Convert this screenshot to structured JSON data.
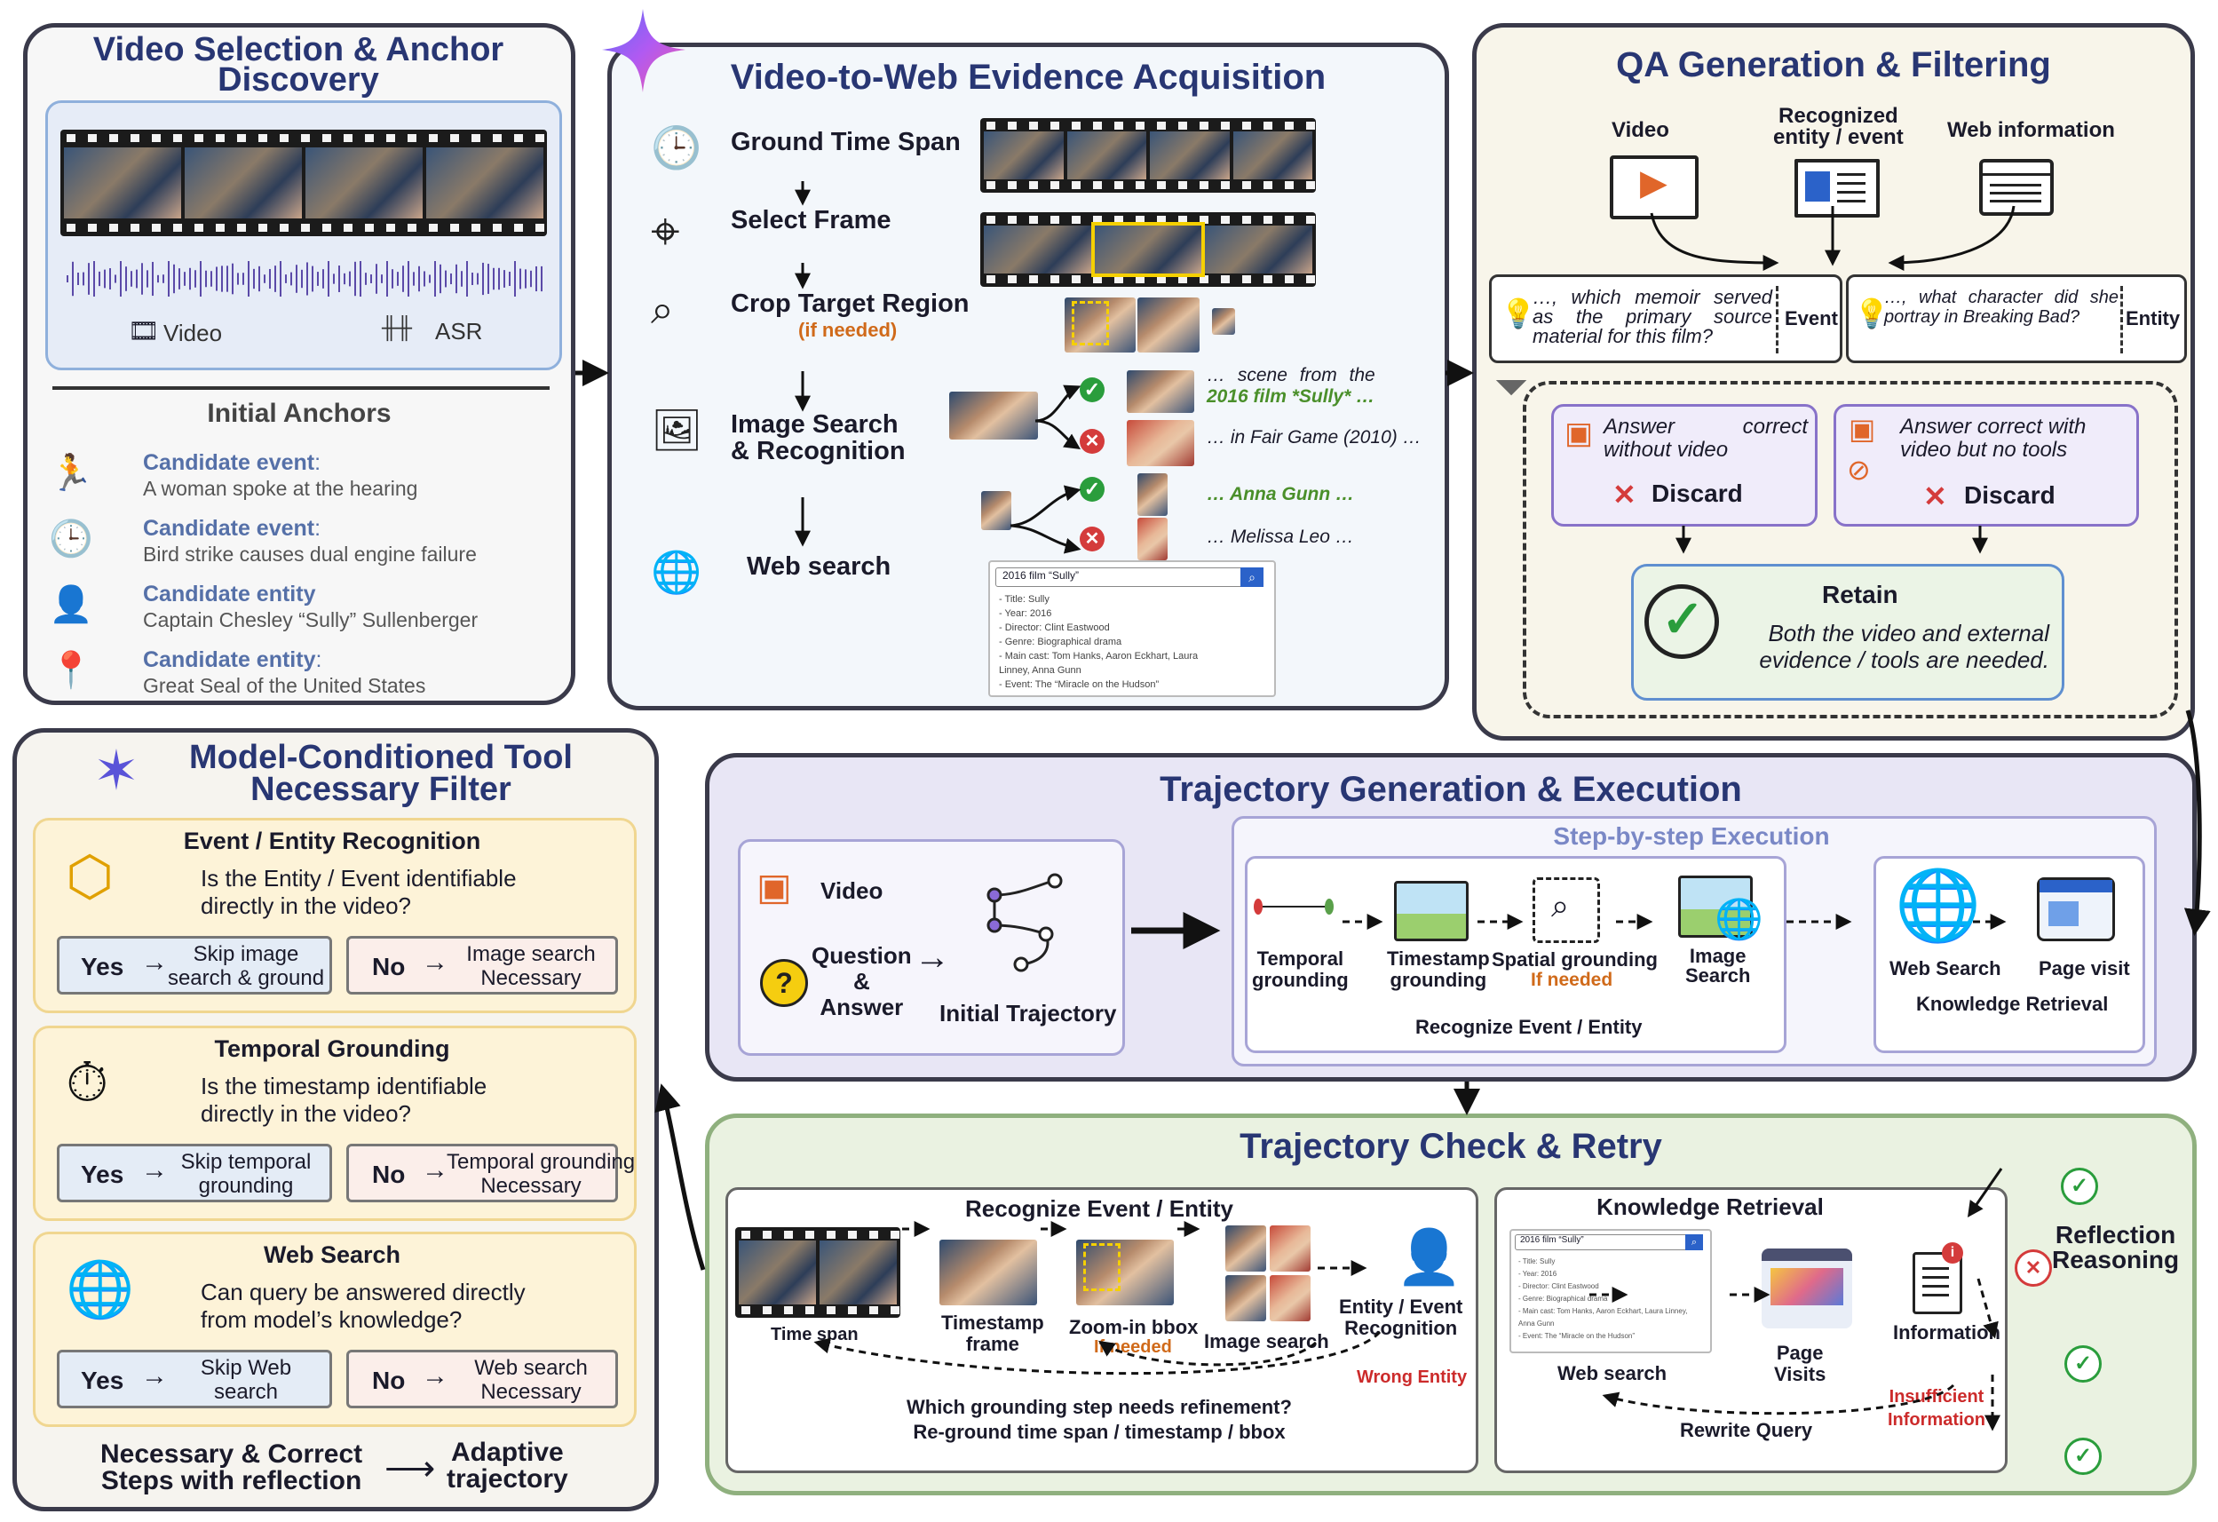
{
  "panel1": {
    "title": "Video Selection & Anchor Discovery",
    "video_label": "Video",
    "asr_label": "ASR",
    "anchors_heading": "Initial Anchors",
    "anchors": [
      {
        "label": "Candidate event",
        "colon": ":",
        "text": "A woman spoke at the hearing",
        "icon": "running-person-icon"
      },
      {
        "label": "Candidate event",
        "colon": ":",
        "text": "Bird strike causes dual engine failure",
        "icon": "clock-icon"
      },
      {
        "label": "Candidate entity",
        "colon": "",
        "text": "Captain Chesley “Sully” Sullenberger",
        "icon": "person-icon"
      },
      {
        "label": "Candidate entity",
        "colon": ":",
        "text": "Great Seal of the United States",
        "icon": "location-pin-icon"
      }
    ]
  },
  "panel2": {
    "title": "Video-to-Web Evidence Acquisition",
    "steps": [
      "Ground Time Span",
      "Select Frame",
      "Crop Target Region",
      "Image Search\n& Recognition",
      "Web search"
    ],
    "if_needed": "(if needed)",
    "results": [
      "… scene from the",
      "2016 film *Sully* …",
      "… in Fair Game (2010) …",
      "… Anna Gunn …",
      "… Melissa Leo …"
    ],
    "search_query": "2016 film “Sully”",
    "search_lines": [
      "- Title: Sully",
      "- Year: 2016",
      "- Director: Clint Eastwood",
      "- Genre: Biographical drama",
      "- Main cast: Tom Hanks, Aaron Eckhart, Laura",
      "Linney, Anna Gunn",
      "- Event: The “Miracle on the Hudson”"
    ]
  },
  "panel3": {
    "title": "QA Generation & Filtering",
    "sources": [
      "Video",
      "Recognized\nentity / event",
      "Web information"
    ],
    "q1_text": "…, which memoir served as the primary source material for this film?",
    "q1_tag": "Event",
    "q2_text": "…, what character did she portray in Breaking Bad?",
    "q2_tag": "Entity",
    "discard1_text": "Answer correct without video",
    "discard2_text": "Answer correct with video but no tools",
    "discard_label": "Discard",
    "retain_title": "Retain",
    "retain_text": "Both the video and external evidence / tools are needed."
  },
  "panel4": {
    "title": "Model-Conditioned Tool Necessary Filter",
    "blocks": [
      {
        "title": "Event / Entity Recognition",
        "question": "Is the Entity / Event identifiable\ndirectly in the video?",
        "yes": "Yes",
        "yes_action": "Skip image\nsearch & ground",
        "no": "No",
        "no_action": "Image search\nNecessary",
        "icon": "cube-focus-icon"
      },
      {
        "title": "Temporal Grounding",
        "question": "Is the timestamp identifiable\ndirectly in the video?",
        "yes": "Yes",
        "yes_action": "Skip temporal\ngrounding",
        "no": "No",
        "no_action": "Temporal grounding\nNecessary",
        "icon": "timer-icon"
      },
      {
        "title": "Web Search",
        "question": "Can query be answered directly\nfrom model’s knowledge?",
        "yes": "Yes",
        "yes_action": "Skip Web\nsearch",
        "no": "No",
        "no_action": "Web search\nNecessary",
        "icon": "globe-search-icon"
      }
    ],
    "footer_left": "Necessary & Correct\nSteps with reflection",
    "footer_right": "Adaptive\ntrajectory"
  },
  "panel5": {
    "title": "Trajectory Generation & Execution",
    "video_label": "Video",
    "qa_label": "Question\n&\nAnswer",
    "initial_traj": "Initial Trajectory",
    "step_title": "Step-by-step Execution",
    "steps": [
      "Temporal\ngrounding",
      "Timestamp\ngrounding",
      "Spatial grounding",
      "Image\nSearch"
    ],
    "if_needed": "If needed",
    "recognize_label": "Recognize Event / Entity",
    "web_search": "Web Search",
    "page_visit": "Page visit",
    "knowledge_label": "Knowledge Retrieval"
  },
  "panel6": {
    "title": "Trajectory Check & Retry",
    "recognize_title": "Recognize Event / Entity",
    "time_span": "Time span",
    "timestamp_frame": "Timestamp\nframe",
    "zoom_bbox": "Zoom-in bbox",
    "if_needed": "If needed",
    "image_search": "Image search",
    "entity_recog": "Entity / Event\nRecognition",
    "wrong_entity": "Wrong Entity",
    "refine_q": "Which grounding step needs refinement?",
    "reground": "Re-ground time span / timestamp / bbox",
    "knowledge_title": "Knowledge Retrieval",
    "web_search": "Web search",
    "page_visits": "Page\nVisits",
    "information": "Information",
    "insufficient": "Insufficient\nInformation",
    "rewrite": "Rewrite Query",
    "reflection": "Reflection\nReasoning",
    "search_query": "2016 film “Sully”",
    "search_lines": [
      "- Title: Sully",
      "- Year: 2016",
      "- Director: Clint Eastwood",
      "- Genre: Biographical drama",
      "- Main cast: Tom Hanks, Aaron Eckhart, Laura Linney,",
      "Anna Gunn",
      "- Event: The “Miracle on the Hudson”"
    ]
  },
  "colors": {
    "title": "#283673",
    "orange": "#d06a1a",
    "red": "#cc2b2b",
    "green": "#2a9d3c",
    "film_yellow": "#f5d000"
  }
}
